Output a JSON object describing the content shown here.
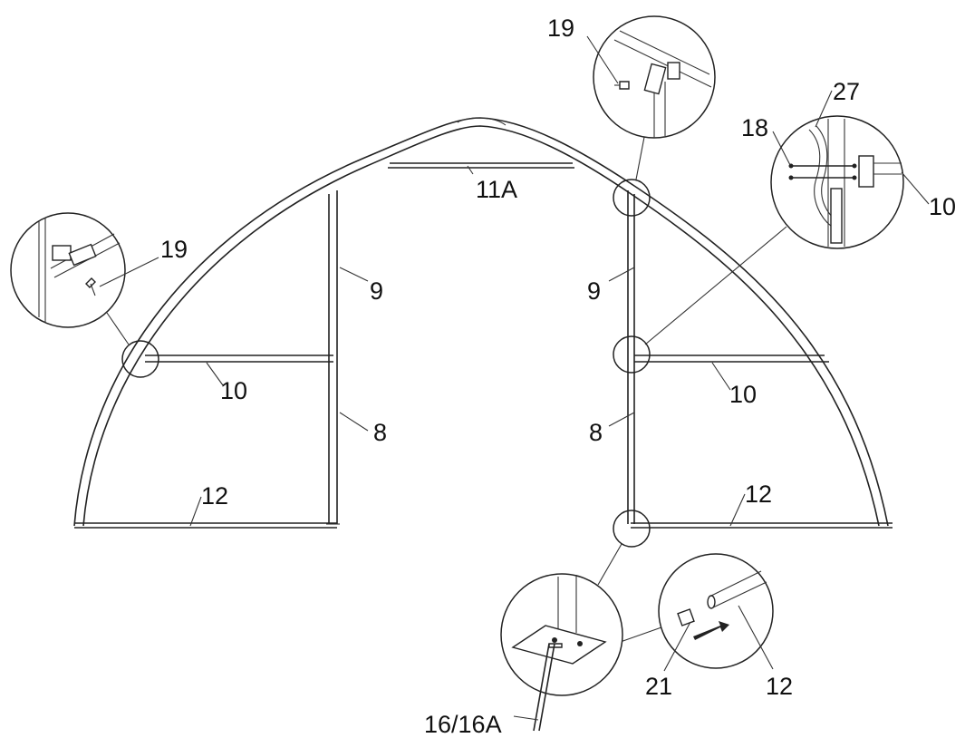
{
  "labels": {
    "l19_left": "19",
    "l19_top": "19",
    "l11a": "11A",
    "l27": "27",
    "l18": "18",
    "l10_right_detail": "10",
    "l9_left": "9",
    "l9_right": "9",
    "l10_left": "10",
    "l10_right": "10",
    "l8_left": "8",
    "l8_right": "8",
    "l12_left": "12",
    "l12_right": "12",
    "l21": "21",
    "l12_detail": "12",
    "l16": "16/16A"
  },
  "colors": {
    "line": "#222222",
    "highlight": "#e02020"
  }
}
